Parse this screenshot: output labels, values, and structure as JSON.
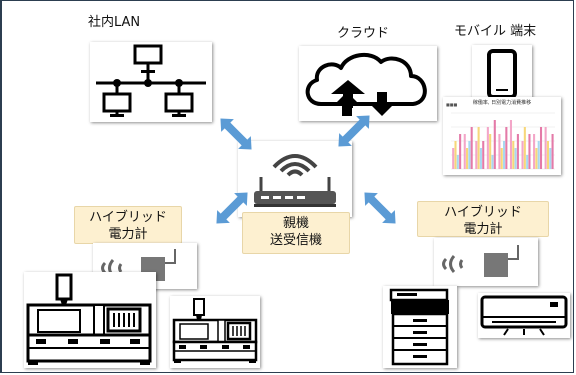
{
  "labels": {
    "lan": "社内LAN",
    "cloud": "クラウド",
    "mobile": "モバイル 端末",
    "parent_line1": "親機",
    "parent_line2": "送受信機",
    "meter_left_line1": "ハイブリッド",
    "meter_left_line2": "電力計",
    "meter_right_line1": "ハイブリッド",
    "meter_right_line2": "電力計"
  },
  "phone_chart": {
    "header_small": "■■■",
    "title": "稼働率, 日別電力消費推移",
    "chart_data": {
      "type": "bar",
      "series": [
        {
          "values": [
            3,
            5,
            4,
            6,
            5,
            7,
            4,
            5,
            6
          ],
          "color": "#f3a6c8"
        },
        {
          "values": [
            4,
            3,
            6,
            5,
            3,
            4,
            6,
            3,
            4
          ],
          "color": "#f7d77a"
        },
        {
          "values": [
            2,
            4,
            3,
            2,
            4,
            3,
            2,
            4,
            3
          ],
          "color": "#a8d8f0"
        },
        {
          "values": [
            5,
            6,
            4,
            7,
            6,
            5,
            5,
            6,
            5
          ],
          "color": "#e47aa8"
        }
      ],
      "ylim": [
        0,
        8
      ]
    }
  },
  "colors": {
    "arrow": "#5b9bd5",
    "label_box": "#fdf0d0",
    "frame": "#2c3e50"
  },
  "icons": {
    "lan": "network-topology-icon",
    "cloud": "cloud-upload-download-icon",
    "phone": "smartphone-icon",
    "router": "wireless-router-icon",
    "meter": "wireless-meter-icon",
    "machine": "injection-molding-machine-icon",
    "printer": "multifunction-printer-icon",
    "aircon": "air-conditioner-icon"
  }
}
